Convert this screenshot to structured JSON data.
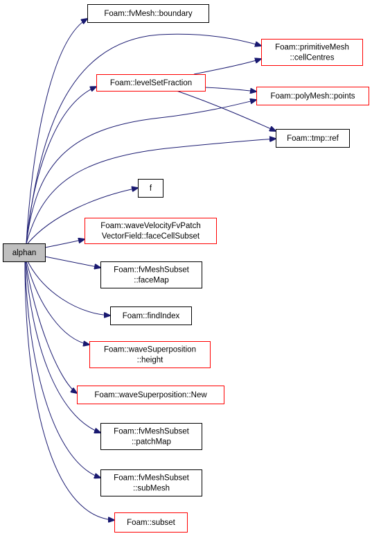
{
  "colors": {
    "edge": "#191970",
    "root_fill": "#bfbfbf",
    "node_fill": "#ffffff",
    "border_black": "#000000",
    "border_red": "#ff0000"
  },
  "nodes": [
    {
      "id": "alphan",
      "lines": [
        "alphan"
      ],
      "border": "black",
      "root": true
    },
    {
      "id": "boundary",
      "lines": [
        "Foam::fvMesh::boundary"
      ],
      "border": "black"
    },
    {
      "id": "cellCentres",
      "lines": [
        "Foam::primitiveMesh",
        "::cellCentres"
      ],
      "border": "red"
    },
    {
      "id": "levelSetFraction",
      "lines": [
        "Foam::levelSetFraction"
      ],
      "border": "red"
    },
    {
      "id": "points",
      "lines": [
        "Foam::polyMesh::points"
      ],
      "border": "red"
    },
    {
      "id": "ref",
      "lines": [
        "Foam::tmp::ref"
      ],
      "border": "black"
    },
    {
      "id": "f",
      "lines": [
        "f"
      ],
      "border": "black"
    },
    {
      "id": "faceCellSubset",
      "lines": [
        "Foam::waveVelocityFvPatch",
        "VectorField::faceCellSubset"
      ],
      "border": "red"
    },
    {
      "id": "faceMap",
      "lines": [
        "Foam::fvMeshSubset",
        "::faceMap"
      ],
      "border": "black"
    },
    {
      "id": "findIndex",
      "lines": [
        "Foam::findIndex"
      ],
      "border": "black"
    },
    {
      "id": "height",
      "lines": [
        "Foam::waveSuperposition",
        "::height"
      ],
      "border": "red"
    },
    {
      "id": "New",
      "lines": [
        "Foam::waveSuperposition::New"
      ],
      "border": "red"
    },
    {
      "id": "patchMap",
      "lines": [
        "Foam::fvMeshSubset",
        "::patchMap"
      ],
      "border": "black"
    },
    {
      "id": "subMesh",
      "lines": [
        "Foam::fvMeshSubset",
        "::subMesh"
      ],
      "border": "black"
    },
    {
      "id": "subset",
      "lines": [
        "Foam::subset"
      ],
      "border": "red"
    }
  ],
  "edges": [
    {
      "from": "alphan",
      "to": "boundary"
    },
    {
      "from": "alphan",
      "to": "cellCentres"
    },
    {
      "from": "alphan",
      "to": "levelSetFraction"
    },
    {
      "from": "alphan",
      "to": "points"
    },
    {
      "from": "alphan",
      "to": "ref"
    },
    {
      "from": "alphan",
      "to": "f"
    },
    {
      "from": "alphan",
      "to": "faceCellSubset"
    },
    {
      "from": "alphan",
      "to": "faceMap"
    },
    {
      "from": "alphan",
      "to": "findIndex"
    },
    {
      "from": "alphan",
      "to": "height"
    },
    {
      "from": "alphan",
      "to": "New"
    },
    {
      "from": "alphan",
      "to": "patchMap"
    },
    {
      "from": "alphan",
      "to": "subMesh"
    },
    {
      "from": "alphan",
      "to": "subset"
    },
    {
      "from": "levelSetFraction",
      "to": "cellCentres"
    },
    {
      "from": "levelSetFraction",
      "to": "points"
    },
    {
      "from": "levelSetFraction",
      "to": "ref"
    }
  ]
}
